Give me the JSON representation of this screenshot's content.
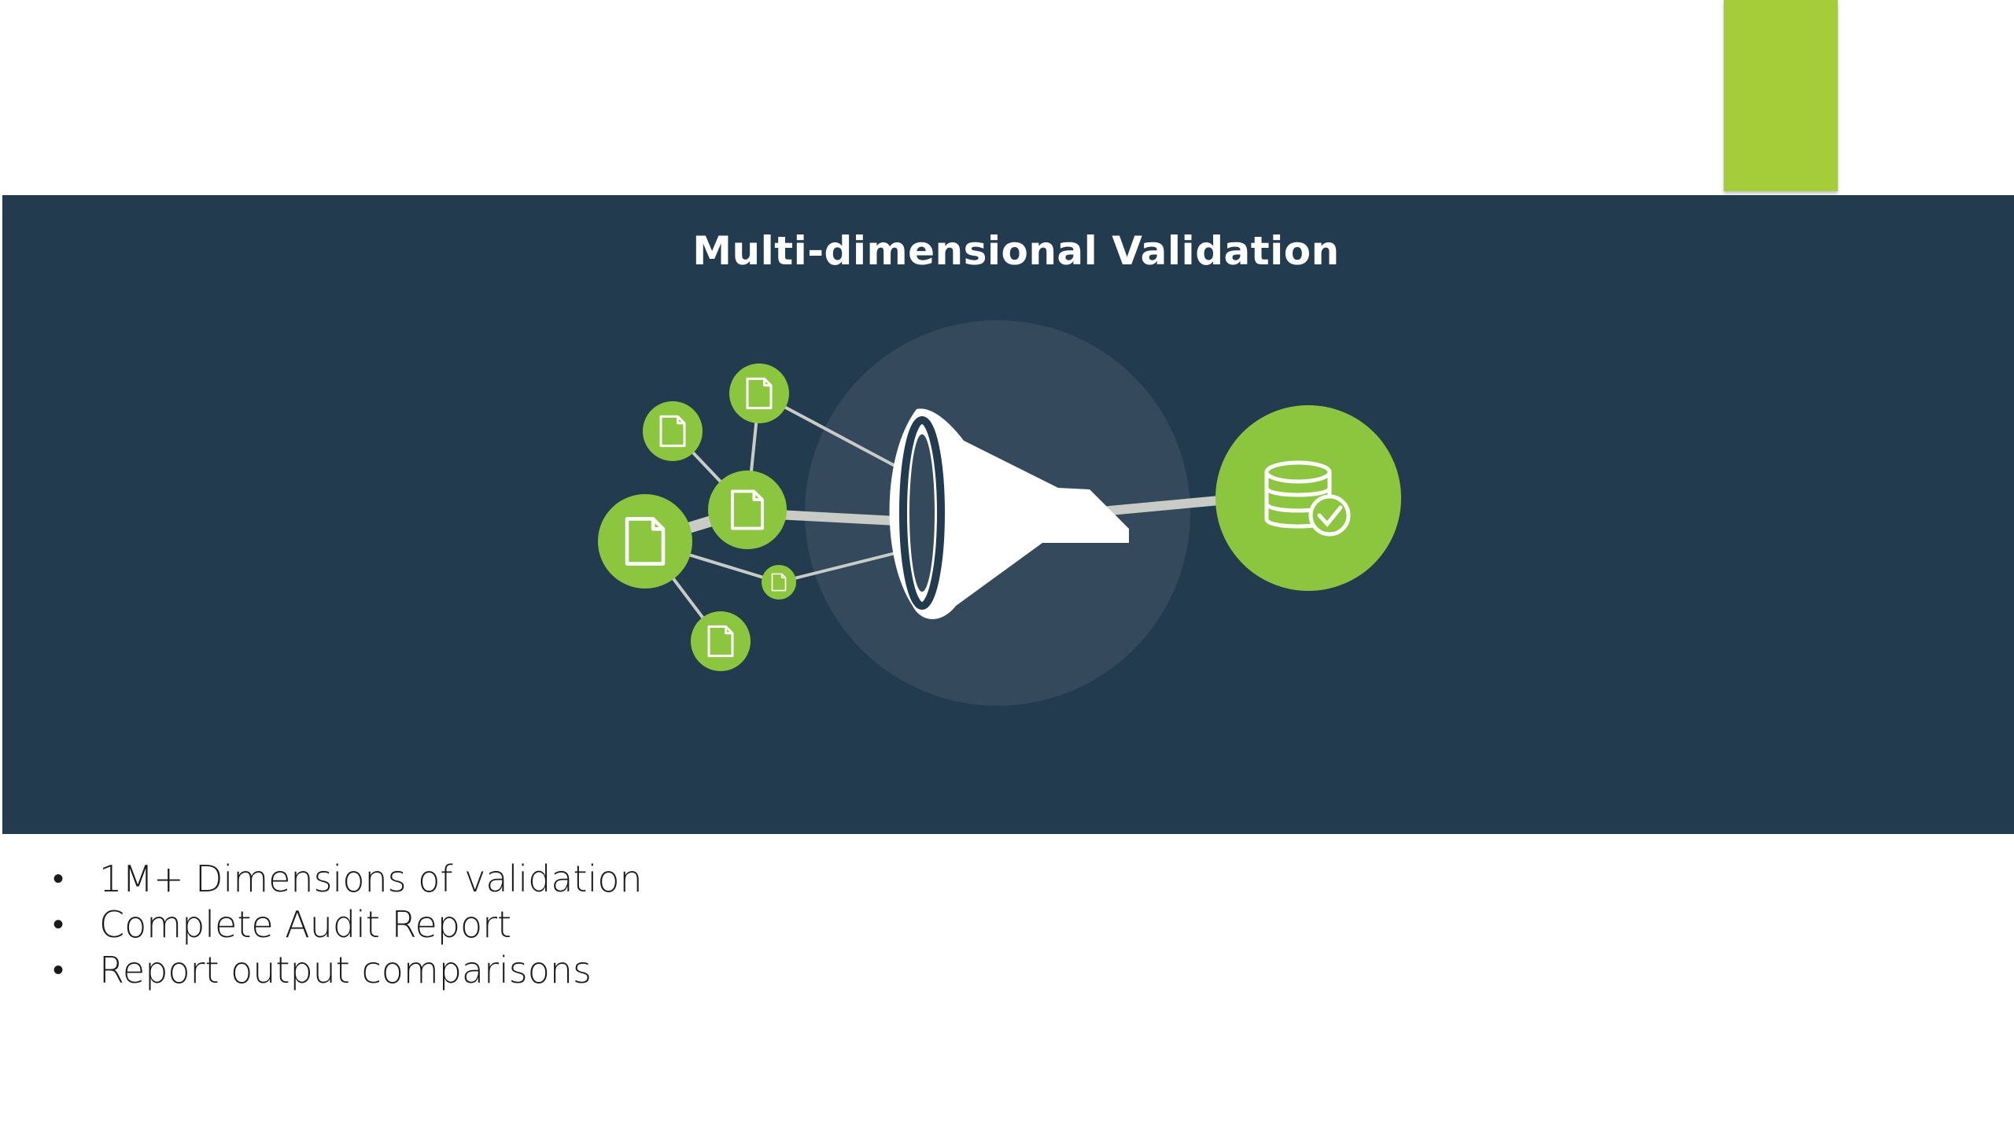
{
  "slide": {
    "accent_color": "#a4cd39",
    "banner_color": "#233b4e",
    "banner": {
      "title": "Multi-dimensional Validation",
      "illustration": {
        "node_color": "#8cc63f",
        "funnel_color": "#ffffff",
        "halo_color": "#34495c",
        "source_icon": "document-icon",
        "target_icon": "database-check-icon"
      }
    },
    "bullets": [
      {
        "marker": "•",
        "text": "1M+ Dimensions of validation"
      },
      {
        "marker": "•",
        "text": "Complete Audit Report"
      },
      {
        "marker": "•",
        "text": "Report output comparisons"
      }
    ]
  }
}
